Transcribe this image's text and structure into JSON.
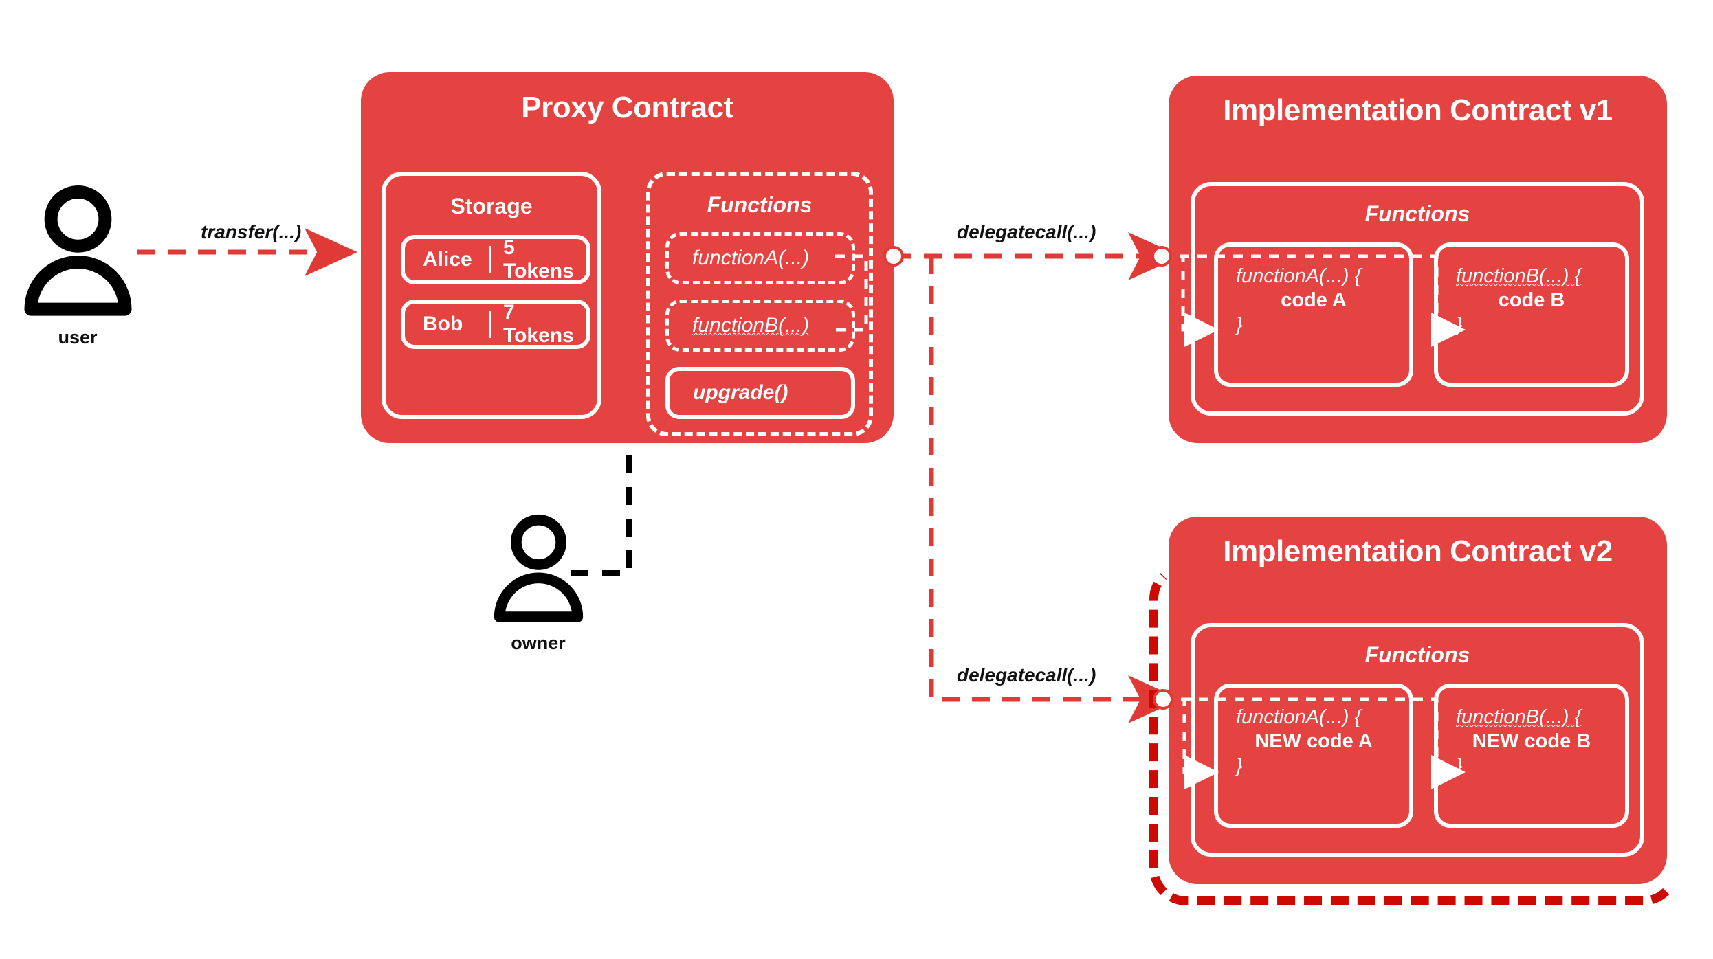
{
  "meta": {
    "colors": {
      "card_red": "#E54242",
      "highlight_red": "#CC0A00",
      "white": "#FFFFFF",
      "black": "#111111",
      "background": "#FFFFFF"
    }
  },
  "actors": [
    {
      "id": "user",
      "label": "user",
      "icon": "person-icon"
    },
    {
      "id": "owner",
      "label": "owner",
      "icon": "person-icon"
    }
  ],
  "edges": [
    {
      "id": "transfer",
      "label": "transfer(...)",
      "from": "user",
      "to": "proxy",
      "style": "dashed-red"
    },
    {
      "id": "delegatecall1",
      "label": "delegatecall(...)",
      "from": "proxy",
      "to": "impl_v1",
      "style": "dashed-red"
    },
    {
      "id": "delegatecall2",
      "label": "delegatecall(...)",
      "from": "proxy",
      "to": "impl_v2",
      "style": "dashed-red"
    },
    {
      "id": "upgrade-call",
      "label": "",
      "from": "owner",
      "to": "upgrade",
      "style": "dashed-black"
    }
  ],
  "proxy": {
    "title": "Proxy Contract",
    "storage": {
      "label": "Storage",
      "rows": [
        {
          "name": "Alice",
          "value": "5 Tokens"
        },
        {
          "name": "Bob",
          "value": "7 Tokens"
        }
      ]
    },
    "functions": {
      "label": "Functions",
      "items": [
        {
          "name": "functionA(...)",
          "style": "dashed",
          "wavy": false
        },
        {
          "name": "functionB(...)",
          "style": "dashed",
          "wavy": true
        },
        {
          "name": "upgrade()",
          "style": "solid",
          "wavy": false
        }
      ]
    }
  },
  "impl_v1": {
    "title": "Implementation Contract v1",
    "functions": {
      "label": "Functions",
      "items": [
        {
          "signature": "functionA(...) {",
          "body": "code A",
          "close": "}",
          "wavy": false
        },
        {
          "signature": "functionB(...) {",
          "body": "code B",
          "close": "}",
          "wavy": true
        }
      ]
    }
  },
  "impl_v2": {
    "title": "Implementation Contract v2",
    "highlighted": true,
    "functions": {
      "label": "Functions",
      "items": [
        {
          "signature": "functionA(...) {",
          "body": "NEW code A",
          "close": "}",
          "wavy": false
        },
        {
          "signature": "functionB(...) {",
          "body": "NEW code B",
          "close": "}",
          "wavy": true
        }
      ]
    }
  }
}
